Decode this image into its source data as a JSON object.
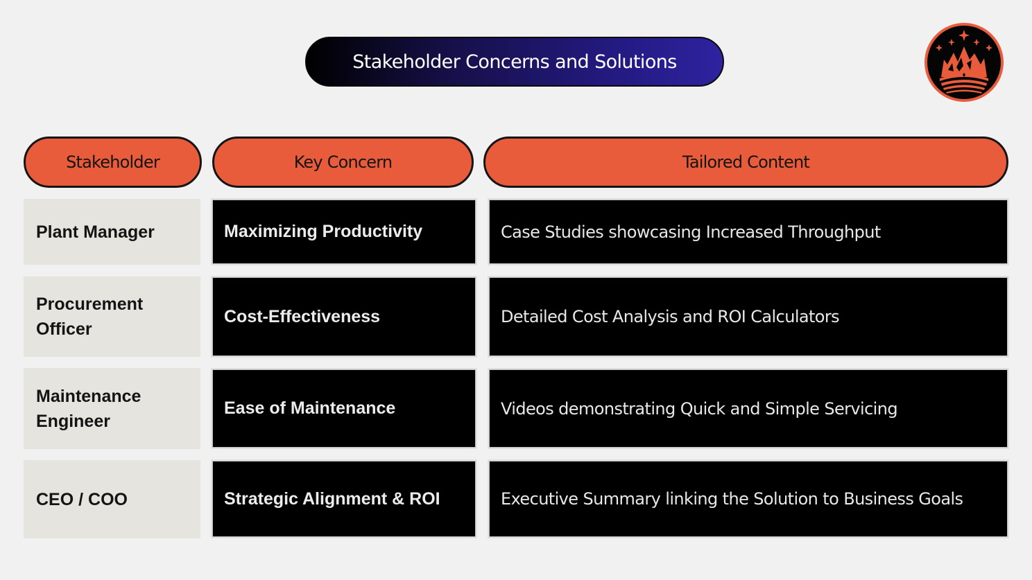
{
  "slide": {
    "title": "Stakeholder Concerns and Solutions",
    "logo_icon": "crown-mountain-logo-icon",
    "colors": {
      "background": "#f1f1f1",
      "accent_orange": "#e85c3c",
      "title_gradient_start": "#000000",
      "title_gradient_end": "#2f22a0",
      "stakeholder_cell": "#e6e4de",
      "dark_cell": "#000000"
    }
  },
  "table": {
    "headers": [
      "Stakeholder",
      "Key Concern",
      "Tailored Content"
    ],
    "rows": [
      {
        "stakeholder": "Plant Manager",
        "concern": "Maximizing Productivity",
        "content": "Case Studies showcasing Increased Throughput"
      },
      {
        "stakeholder": "Procurement Officer",
        "concern": "Cost-Effectiveness",
        "content": "Detailed Cost Analysis and ROI Calculators"
      },
      {
        "stakeholder": "Maintenance Engineer",
        "concern": "Ease of Maintenance",
        "content": "Videos demonstrating Quick and Simple Servicing"
      },
      {
        "stakeholder": "CEO / COO",
        "concern": "Strategic Alignment & ROI",
        "content": "Executive Summary linking the Solution to Business Goals"
      }
    ]
  }
}
